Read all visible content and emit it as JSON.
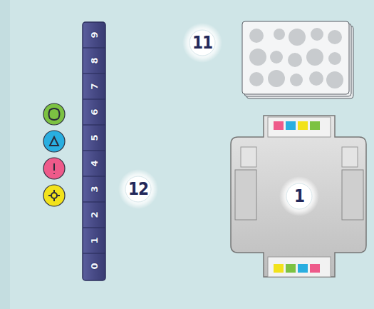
{
  "diagram": {
    "labels": [
      "0",
      "1",
      "2",
      "3",
      "4",
      "5",
      "6",
      "7",
      "8",
      "9",
      "11",
      "12",
      "1"
    ]
  }
}
